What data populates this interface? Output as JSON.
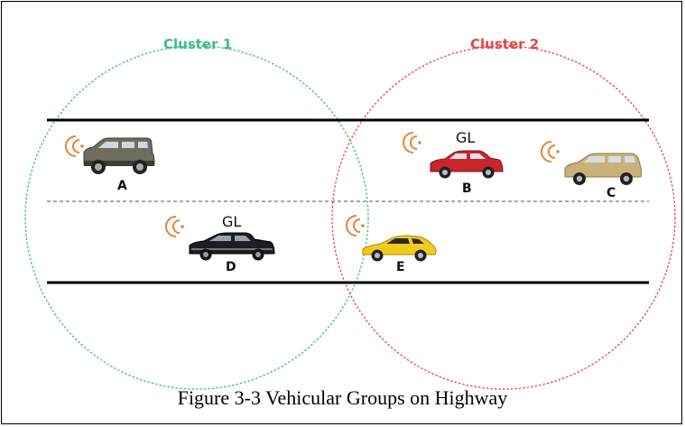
{
  "clusters": [
    {
      "label": "Cluster 1",
      "color": "#3dbd84"
    },
    {
      "label": "Cluster 2",
      "color": "#e64545"
    }
  ],
  "vehicles": [
    {
      "label": "A",
      "color": "#6f6d60",
      "type": "suv"
    },
    {
      "label": "B",
      "color": "#c8262c",
      "type": "sedan",
      "badge": "GL"
    },
    {
      "label": "C",
      "color": "#c9b27a",
      "type": "wagon"
    },
    {
      "label": "D",
      "color": "#1e1e22",
      "type": "limo",
      "badge": "GL"
    },
    {
      "label": "E",
      "color": "#f1cc1a",
      "type": "sports"
    }
  ],
  "signal_color": "#e2843a",
  "caption": "Figure 3-3 Vehicular Groups on Highway"
}
